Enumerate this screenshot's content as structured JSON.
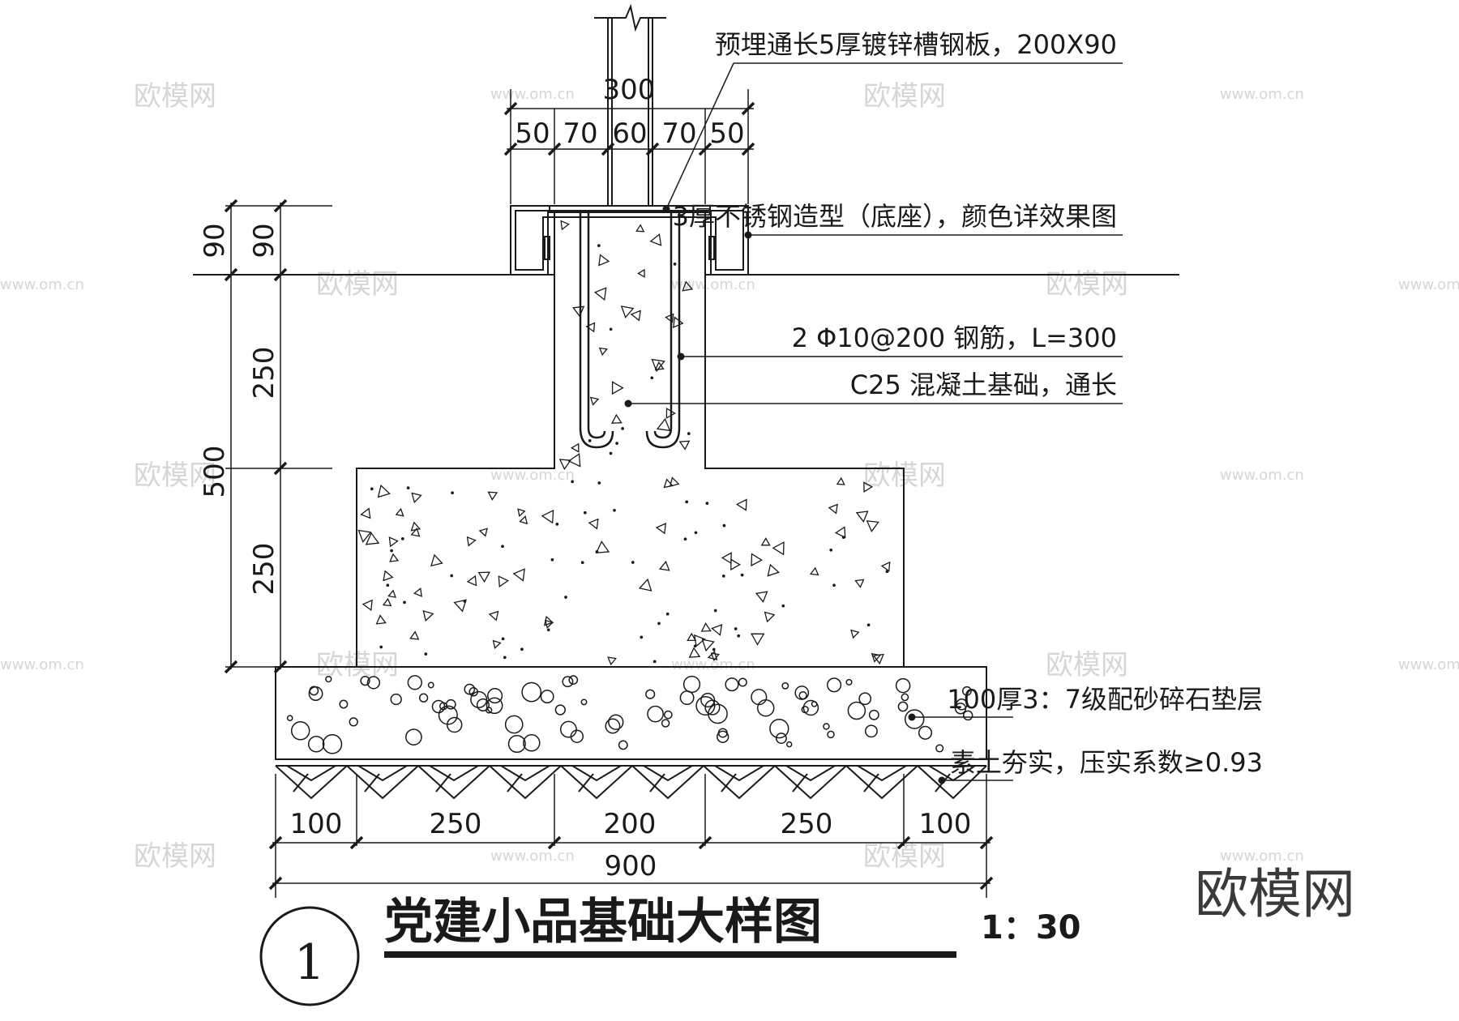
{
  "notes": {
    "channel_plate": "预埋通长5厚镀锌槽钢板，200X90",
    "stainless_base": "3厚不锈钢造型（底座），颜色详效果图",
    "rebar": "2 Φ10@200 钢筋，L=300",
    "concrete": "C25 混凝土基础，通长",
    "gravel": "100厚3：7级配砂碎石垫层",
    "soil": "素土夯实，压实系数≥0.93"
  },
  "dims": {
    "top_total": "300",
    "top_parts": [
      "50",
      "70",
      "60",
      "70",
      "50"
    ],
    "left_outer": [
      "90",
      "500"
    ],
    "left_inner": [
      "90",
      "250",
      "250"
    ],
    "bottom_parts": [
      "100",
      "250",
      "200",
      "250",
      "100"
    ],
    "bottom_total": "900"
  },
  "title": {
    "number": "1",
    "text": "党建小品基础大样图",
    "scale": "1：30"
  },
  "watermarks": {
    "brand": "欧模网",
    "url": "www.om.cn",
    "corner": "欧模网"
  },
  "colors": {
    "line": "#1a1a1a",
    "watermark": "#d6d6d6"
  }
}
